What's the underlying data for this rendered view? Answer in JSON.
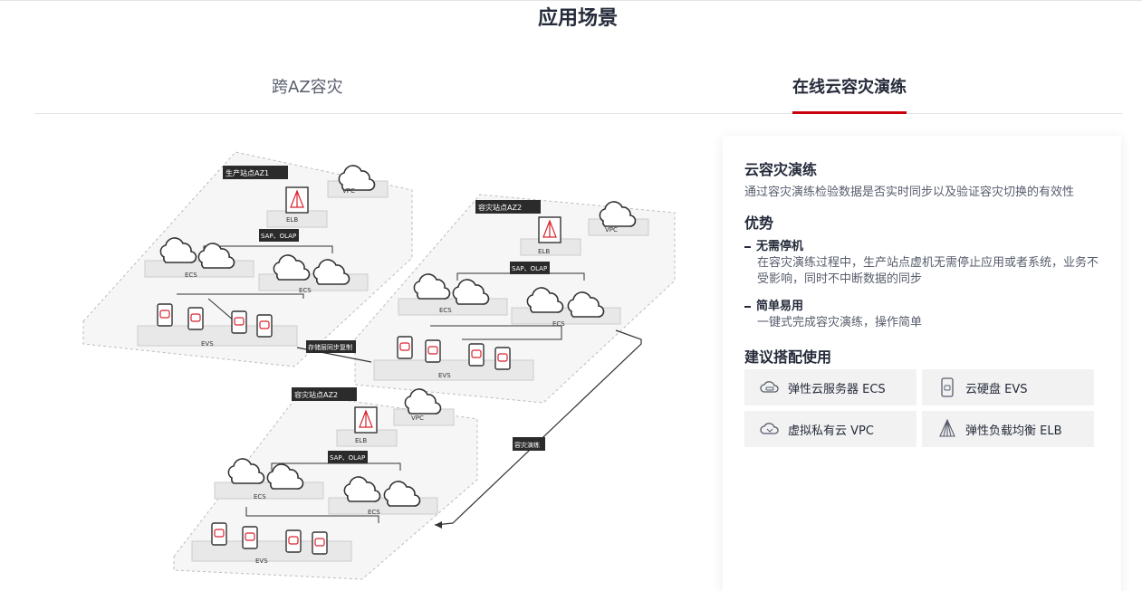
{
  "section": {
    "title": "应用场景"
  },
  "tabs": [
    {
      "label": "跨AZ容灾",
      "active": false
    },
    {
      "label": "在线云容灾演练",
      "active": true
    }
  ],
  "diagram": {
    "az1_label": "生产站点AZ1",
    "az2_label": "容灾站点AZ2",
    "az2b_label": "容灾站点AZ2",
    "elb": "ELB",
    "vpc": "VPC",
    "sap": "SAP、OLAP",
    "ecs": "ECS",
    "evs": "EVS",
    "sync": "存储层同步复制",
    "drill": "容灾演练"
  },
  "panel": {
    "title": "云容灾演练",
    "description": "通过容灾演练检验数据是否实时同步以及验证容灾切换的有效性",
    "advantages_heading": "优势",
    "advantages": [
      {
        "title": "无需停机",
        "desc": "在容灾演练过程中，生产站点虚机无需停止应用或者系统，业务不受影响，同时不中断数据的同步"
      },
      {
        "title": "简单易用",
        "desc": "一键式完成容灾演练，操作简单"
      }
    ],
    "recommend_heading": "建议搭配使用",
    "products": [
      {
        "label": "弹性云服务器 ECS",
        "icon": "ecs-icon"
      },
      {
        "label": "云硬盘 EVS",
        "icon": "evs-icon"
      },
      {
        "label": "虚拟私有云 VPC",
        "icon": "vpc-icon"
      },
      {
        "label": "弹性负载均衡 ELB",
        "icon": "elb-icon"
      }
    ]
  },
  "colors": {
    "accent": "#c7000b",
    "text": "#252b3a",
    "muted": "#575d6c"
  }
}
